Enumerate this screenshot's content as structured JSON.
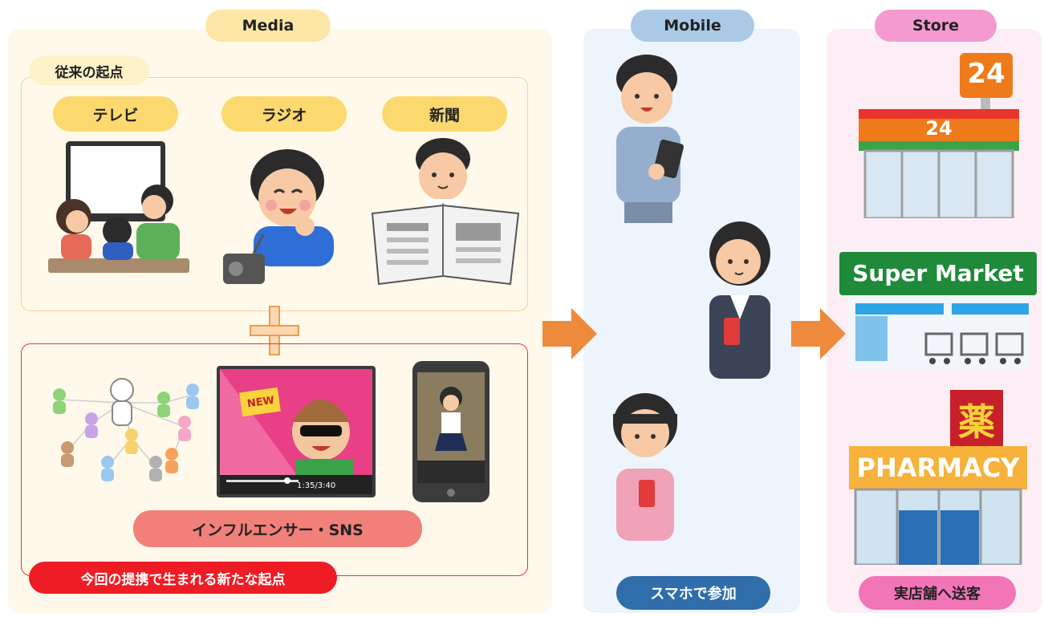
{
  "columns": {
    "media": {
      "title": "Media",
      "color": "#fde7a6"
    },
    "mobile": {
      "title": "Mobile",
      "color": "#a9c9e6"
    },
    "store": {
      "title": "Store",
      "color": "#f49ad0"
    }
  },
  "media": {
    "traditional": {
      "label": "従来の起点",
      "items": [
        {
          "label": "テレビ",
          "icon": "family-watching-tv-icon"
        },
        {
          "label": "ラジオ",
          "icon": "boy-listening-radio-icon"
        },
        {
          "label": "新聞",
          "icon": "man-reading-newspaper-icon"
        }
      ]
    },
    "plus": "+",
    "new_channels": {
      "label": "今回の提携で生まれる新たな起点",
      "caption": "インフルエンサー・SNS",
      "video": {
        "badge": "NEW",
        "time": "1:35/3:40"
      },
      "icons": [
        "social-network-icon",
        "influencer-video-icon",
        "smartphone-video-icon"
      ]
    }
  },
  "mobile": {
    "caption": "スマホで参加",
    "icons": [
      "man-with-smartphone-icon",
      "woman-with-smartphone-icon",
      "girl-with-smartphone-icon"
    ]
  },
  "store": {
    "caption": "実店舗へ送客",
    "convenience": {
      "sign": "24"
    },
    "supermarket": {
      "sign": "Super Market"
    },
    "pharmacy": {
      "sign": "PHARMACY",
      "kanji": "薬"
    }
  },
  "colors": {
    "arrow": "#ee8a3c",
    "red_frame": "#e8343a",
    "orange_frame": "#f6c66a"
  }
}
